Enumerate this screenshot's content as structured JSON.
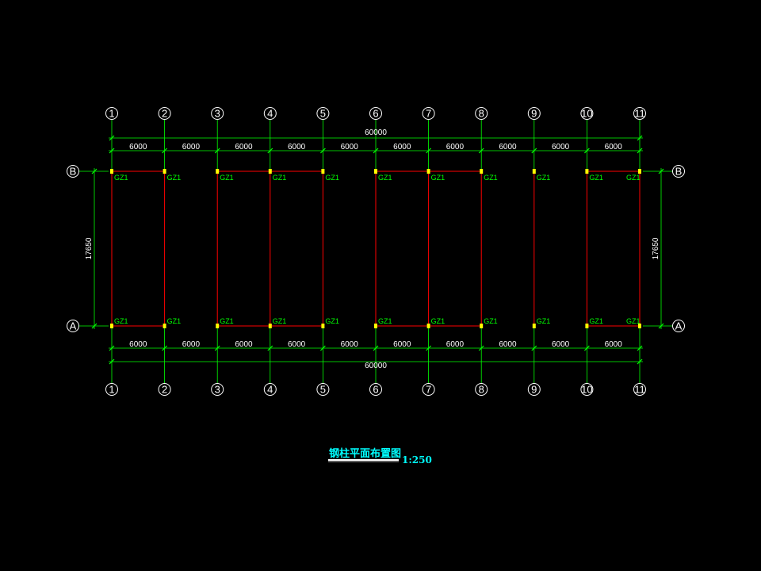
{
  "colors": {
    "background": "#000000",
    "grid_line": "#ff0000",
    "dimension_line": "#00ff00",
    "bubble": "#ffffff",
    "column_label": "#00ff00",
    "column_mark": "#ffff00",
    "title": "#00ffff"
  },
  "grid": {
    "columns": [
      "1",
      "2",
      "3",
      "4",
      "5",
      "6",
      "7",
      "8",
      "9",
      "10",
      "11"
    ],
    "rows": [
      "B",
      "A"
    ],
    "bay_spacings": [
      "6000",
      "6000",
      "6000",
      "6000",
      "6000",
      "6000",
      "6000",
      "6000",
      "6000",
      "6000"
    ],
    "total_length": "60000",
    "span": "17650"
  },
  "columns": {
    "label": "GZ1"
  },
  "title": {
    "text": "钢柱平面布置图",
    "scale": "1:250"
  }
}
